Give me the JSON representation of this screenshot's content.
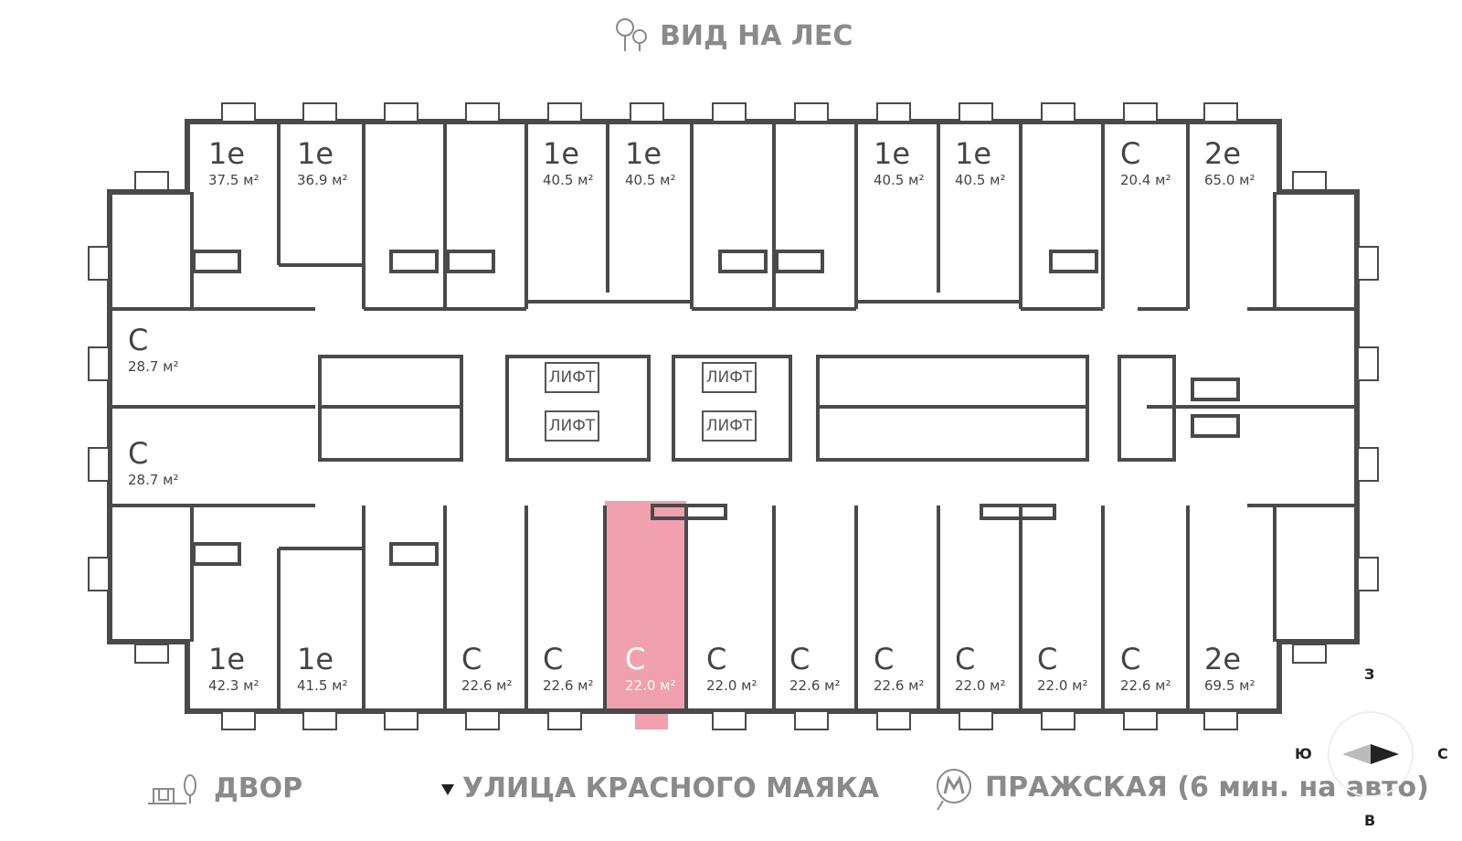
{
  "top_view": {
    "label": "ВИД НА ЛЕС",
    "icon": "trees-icon"
  },
  "bottom_labels": {
    "yard": {
      "label": "ДВОР",
      "icon": "playground-icon"
    },
    "street": {
      "label": "УЛИЦА КРАСНОГО МАЯКА",
      "icon": "triangle-down-icon"
    },
    "metro": {
      "label": "ПРАЖСКАЯ (6 мин. на авто)",
      "icon": "metro-icon"
    }
  },
  "lift_label": "ЛИФТ",
  "compass": {
    "n": "З",
    "s": "В",
    "w": "Ю",
    "e": "С"
  },
  "colors": {
    "wall": "#4a4a4a",
    "highlight": "#f0a0ae",
    "text": "#444444",
    "muted": "#8a8a8a"
  },
  "units": [
    {
      "type": "1е",
      "area": "37.5 м²"
    },
    {
      "type": "1е",
      "area": "36.9 м²"
    },
    {
      "type": "1е",
      "area": "40.5 м²"
    },
    {
      "type": "1е",
      "area": "40.5 м²"
    },
    {
      "type": "1е",
      "area": "40.5 м²"
    },
    {
      "type": "1е",
      "area": "40.5 м²"
    },
    {
      "type": "С",
      "area": "20.4 м²"
    },
    {
      "type": "2е",
      "area": "65.0 м²"
    },
    {
      "type": "С",
      "area": "28.7 м²"
    },
    {
      "type": "С",
      "area": "28.7 м²"
    },
    {
      "type": "1е",
      "area": "42.3 м²"
    },
    {
      "type": "1е",
      "area": "41.5 м²"
    },
    {
      "type": "С",
      "area": "22.6 м²"
    },
    {
      "type": "С",
      "area": "22.6 м²"
    },
    {
      "type": "С",
      "area": "22.0 м²",
      "highlighted": true
    },
    {
      "type": "С",
      "area": "22.0 м²"
    },
    {
      "type": "С",
      "area": "22.6 м²"
    },
    {
      "type": "С",
      "area": "22.6 м²"
    },
    {
      "type": "С",
      "area": "22.0 м²"
    },
    {
      "type": "С",
      "area": "22.0 м²"
    },
    {
      "type": "С",
      "area": "22.6 м²"
    },
    {
      "type": "2е",
      "area": "69.5 м²"
    }
  ]
}
